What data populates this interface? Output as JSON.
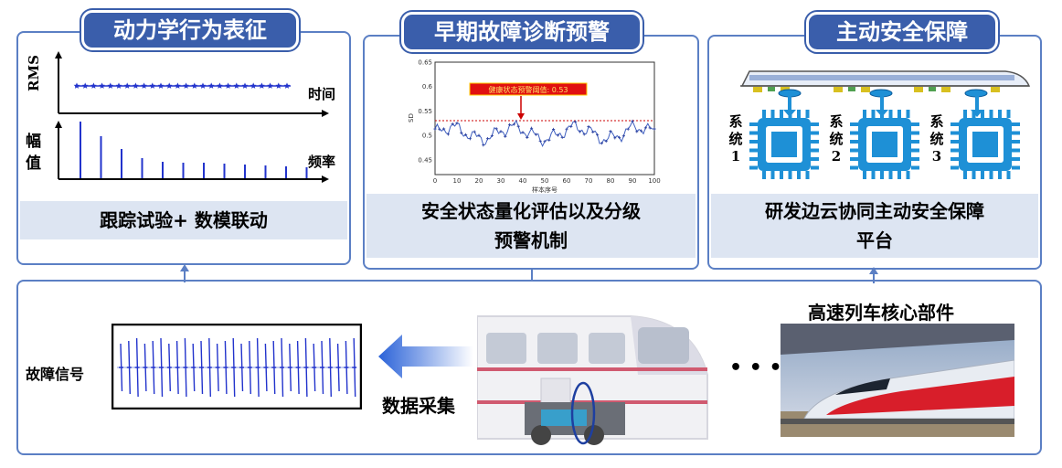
{
  "panels": {
    "left": {
      "title": "动力学行为表征",
      "caption": "跟踪试验+ 数模联动",
      "rms_label": "RMS",
      "time_label": "时间",
      "amp_label_1": "幅",
      "amp_label_2": "值",
      "freq_label": "频率"
    },
    "middle": {
      "title": "早期故障诊断预警",
      "caption_line1": "安全状态量化评估以及分级",
      "caption_line2": "预警机制",
      "threshold_label": "健康状态预警阈值: 0.53",
      "y_ticks": [
        "0.65",
        "0.6",
        "0.55",
        "0.5",
        "0.45"
      ],
      "x_ticks": [
        "0",
        "10",
        "20",
        "30",
        "40",
        "50",
        "60",
        "70",
        "80",
        "90",
        "100"
      ],
      "x_label": "样本序号",
      "y_label": "SD"
    },
    "right": {
      "title": "主动安全保障",
      "caption_line1": "研发边云协同主动安全保障",
      "caption_line2": "平台",
      "systems": [
        {
          "label": "系统",
          "num": "1"
        },
        {
          "label": "系统",
          "num": "2"
        },
        {
          "label": "系统",
          "num": "3"
        }
      ]
    }
  },
  "bottom": {
    "fault_signal": "故障信号",
    "data_collection": "数据采集",
    "ellipsis": "• • •",
    "core_parts": "高速列车核心部件"
  },
  "colors": {
    "border": "#5b7fc4",
    "tab": "#3a5eab",
    "caption_bg": "#dde5f2",
    "signal": "#2233cc",
    "threshold": "#cc0000"
  }
}
